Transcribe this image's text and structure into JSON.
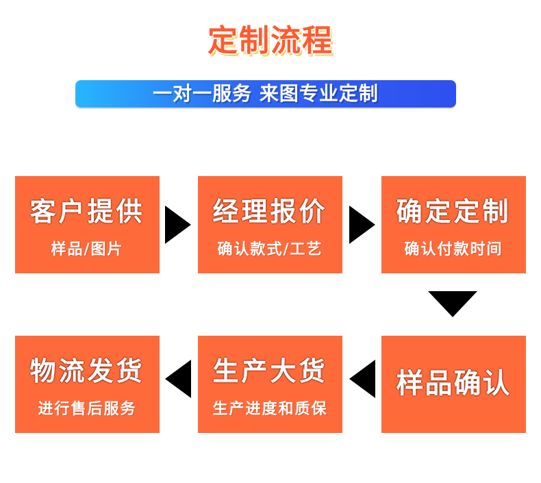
{
  "header": {
    "title": "定制流程",
    "banner_text": "一对一服务 来图专业定制"
  },
  "steps": [
    {
      "title": "客户提供",
      "subtitle": "样品/图片"
    },
    {
      "title": "经理报价",
      "subtitle": "确认款式/工艺"
    },
    {
      "title": "确定定制",
      "subtitle": "确认付款时间"
    },
    {
      "title": "物流发货",
      "subtitle": "进行售后服务"
    },
    {
      "title": "生产大货",
      "subtitle": "生产进度和质保"
    },
    {
      "title": "样品确认",
      "subtitle": ""
    }
  ],
  "colors": {
    "title": "#ff5a2e",
    "step_bg": "#ff6a3a",
    "banner_start": "#27b6ff",
    "banner_end": "#2e4ff0",
    "arrow": "#000000"
  },
  "icons": {
    "arrow_1": "right-triangle-arrow",
    "arrow_2": "right-triangle-arrow",
    "arrow_3": "down-triangle-arrow",
    "arrow_4": "left-triangle-arrow",
    "arrow_5": "left-triangle-arrow"
  }
}
